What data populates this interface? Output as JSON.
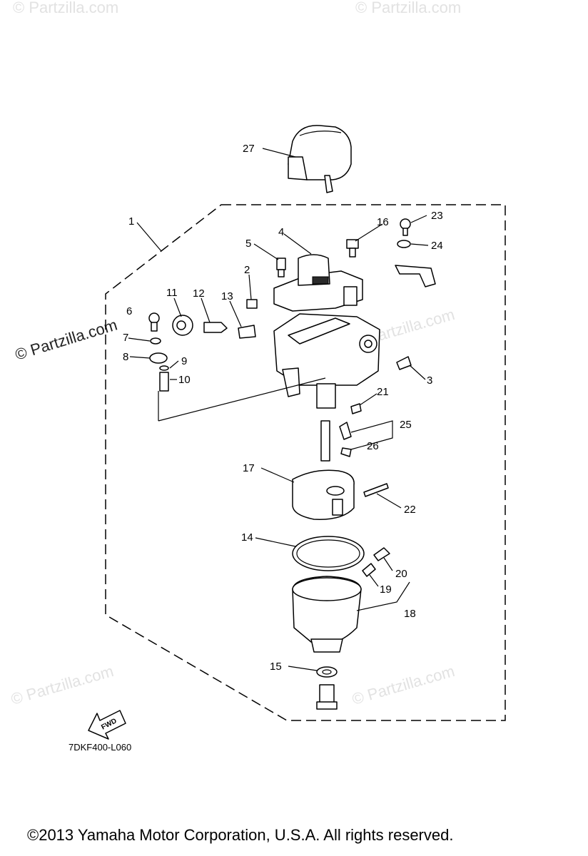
{
  "watermarks": {
    "top_left": "© Partzilla.com",
    "top_right": "© Partzilla.com",
    "left_main": "© Partzilla.com",
    "mid_right": "© Partzilla.com",
    "bottom_left": "© Partzilla.com",
    "bottom_right": "© Partzilla.com"
  },
  "callouts": {
    "n1": "1",
    "n2": "2",
    "n3": "3",
    "n4": "4",
    "n5": "5",
    "n6": "6",
    "n7": "7",
    "n8": "8",
    "n9": "9",
    "n10": "10",
    "n11": "11",
    "n12": "12",
    "n13": "13",
    "n14": "14",
    "n15": "15",
    "n16": "16",
    "n17": "17",
    "n18": "18",
    "n19": "19",
    "n20": "20",
    "n21": "21",
    "n22": "22",
    "n23": "23",
    "n24": "24",
    "n25": "25",
    "n26": "26",
    "n27": "27"
  },
  "fwd_label": "FWD",
  "diagram_code": "7DKF400-L060",
  "copyright": "©2013  Yamaha Motor Corporation, U.S.A. All rights reserved."
}
